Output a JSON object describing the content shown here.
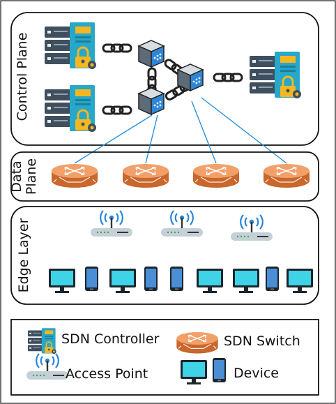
{
  "layers": {
    "control_plane": "Control Plane",
    "data_plane_line1": "Data",
    "data_plane_line2": "Plane",
    "edge_layer": "Edge Layer"
  },
  "legend": {
    "sdn_controller": "SDN Controller",
    "sdn_switch": "SDN Switch",
    "access_point": "Access Point",
    "device": "Device"
  },
  "colors": {
    "server_dark": "#3f4f5e",
    "panel_teal": "#27a7c9",
    "lock_yellow": "#f2b722",
    "switch_orange": "#e8884a",
    "link_blue": "#2b8fd6",
    "monitor_screen": "#3ed3e6",
    "phone_blue": "#4a8ed6"
  },
  "icons": [
    "sdn-controller-icon",
    "chain-link-icon",
    "openflow-switch-cube-icon",
    "sdn-switch-icon",
    "access-point-icon",
    "monitor-icon",
    "smartphone-icon"
  ]
}
